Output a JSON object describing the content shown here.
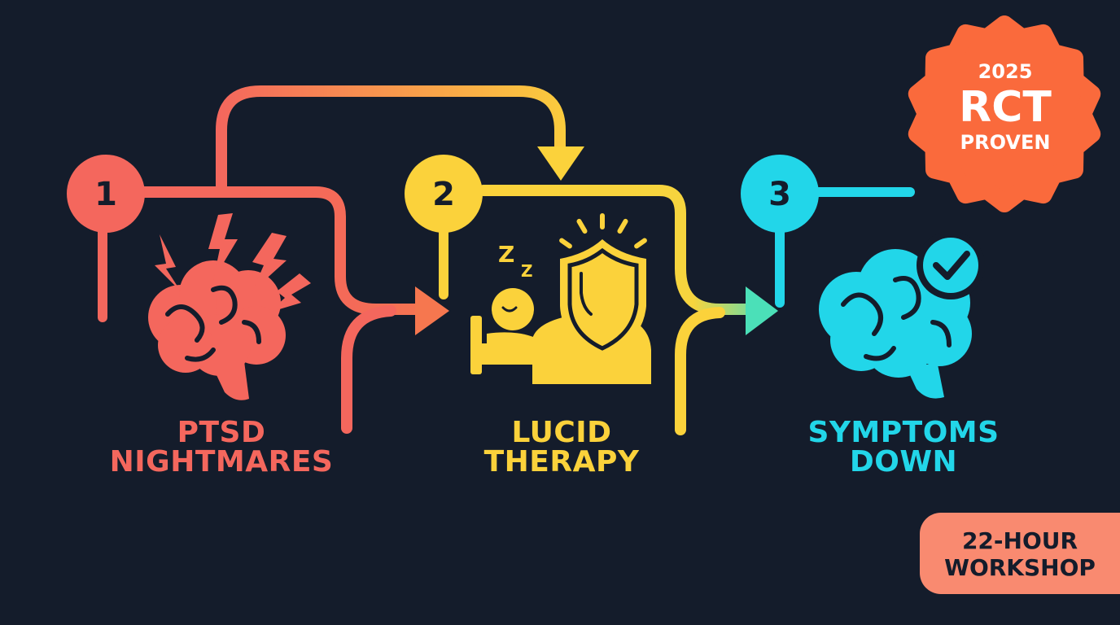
{
  "steps": [
    {
      "number": "1",
      "line1": "PTSD",
      "line2": "NIGHTMARES",
      "icon": "lightning-brain-icon",
      "color": "#f4675d"
    },
    {
      "number": "2",
      "line1": "LUCID",
      "line2": "THERAPY",
      "icon": "sleeper-with-shield-icon",
      "color": "#fbd23b"
    },
    {
      "number": "3",
      "line1": "SYMPTOMS",
      "line2": "DOWN",
      "icon": "brain-checkmark-icon",
      "color": "#22d6e9"
    }
  ],
  "seal": {
    "year": "2025",
    "main": "RCT",
    "sub": "PROVEN",
    "color": "#fa6a3c"
  },
  "badge": {
    "line1": "22-HOUR",
    "line2": "WORKSHOP",
    "color": "#f98a70"
  },
  "sleep_glyph": {
    "big": "Z",
    "small": "Z"
  }
}
